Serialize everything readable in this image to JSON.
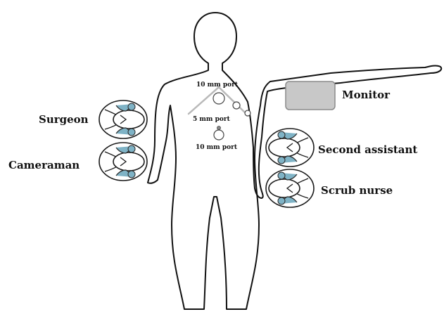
{
  "labels": {
    "port_top": "10 mm port",
    "port_mid": "5 mm port",
    "port_bottom": "10 mm port",
    "monitor": "Monitor",
    "surgeon": "Surgeon",
    "cameraman": "Cameraman",
    "second_assistant": "Second assistant",
    "scrub_nurse": "Scrub nurse"
  },
  "colors": {
    "outline": "#111111",
    "monitor_fill": "#c8c8c8",
    "monitor_stroke": "#8a8a8a",
    "port_line": "#b9b9b9",
    "figure_accent": "#7fb3c6",
    "figure_dark": "#2b2b2b"
  },
  "icons": {
    "staff": "person-top-view-icon",
    "port": "port-circle-icon",
    "monitor": "monitor-icon"
  }
}
